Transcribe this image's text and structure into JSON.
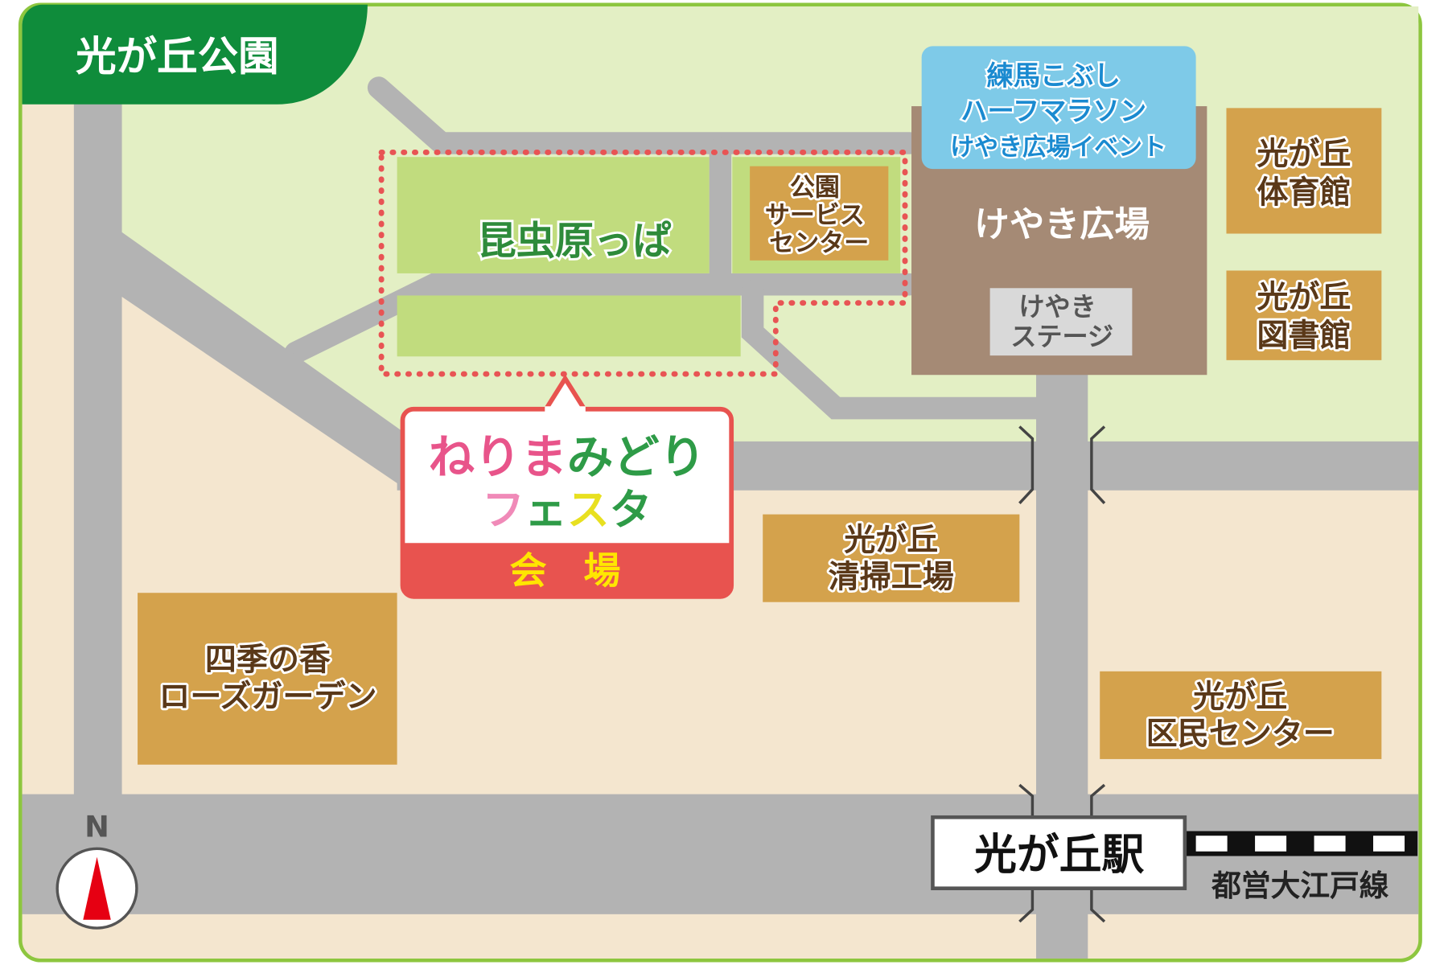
{
  "header": {
    "title": "光が丘公園"
  },
  "colors": {
    "frame": "#8dc63f",
    "park": "#e3efc4",
    "town": "#f4e6cf",
    "road": "#b3b3b3",
    "field": "#c1dc7e",
    "building": "#d4a24c",
    "plaza": "#a58a75",
    "event_box": "#7ecae8",
    "venue_red": "#e8534f",
    "header_green": "#0f8c3b"
  },
  "areas": {
    "meadow": "昆虫原っぱ",
    "service_center": [
      "公園",
      "サービス",
      "センター"
    ],
    "keyaki_plaza": "けやき広場",
    "keyaki_stage": [
      "けやき",
      "ステージ"
    ],
    "event_info": [
      "練馬こぶし",
      "ハーフマラソン",
      "けやき広場イベント"
    ]
  },
  "buildings": {
    "gym": [
      "光が丘",
      "体育館"
    ],
    "library": [
      "光が丘",
      "図書館"
    ],
    "cleaning_plant": [
      "光が丘",
      "清掃工場"
    ],
    "rose_garden": [
      "四季の香",
      "ローズガーデン"
    ],
    "community_center": [
      "光が丘",
      "区民センター"
    ]
  },
  "venue_callout": {
    "title_line1": "ねりまみどり",
    "title_line2": "フェスタ",
    "label": "会　場",
    "char_colors_line1": [
      "#e8548a",
      "#e8548a",
      "#e8548a",
      "#2e9b47",
      "#2e9b47",
      "#2e9b47"
    ],
    "char_colors_line2": [
      "#f08ab8",
      "#2e9b47",
      "#e8e020",
      "#2e9b47"
    ]
  },
  "station": {
    "name": "光が丘駅",
    "line": "都営大江戸線"
  },
  "compass": {
    "label": "N",
    "icon": "north-arrow-icon"
  }
}
